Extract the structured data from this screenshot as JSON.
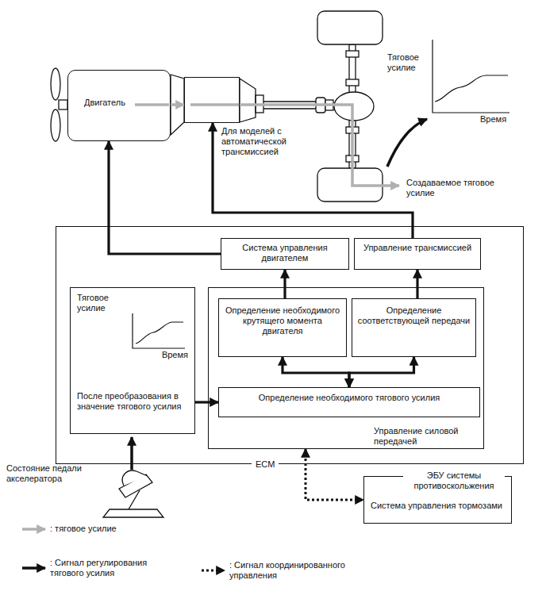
{
  "diagram": {
    "nodes": [
      {
        "text": [
          "Двигатель"
        ]
      },
      {
        "text": [
          "Для моделей с автоматической трансмиссией"
        ]
      },
      {
        "text": [
          "ECM"
        ]
      },
      {
        "text": [
          "Система управления двигателем"
        ],
        "in": 2
      },
      {
        "text": [
          "Управление трансмиссией"
        ],
        "in": 2
      },
      {
        "text": [
          "Тяговое усилие",
          "Время",
          "После преобразования в значение тягового усилия"
        ],
        "in": 2
      },
      {
        "text": [
          "Управление силовой передачей"
        ],
        "in": 2
      },
      {
        "text": [
          "Определение необходимого крутящего момента двигателя"
        ],
        "in": 6
      },
      {
        "text": [
          "Определение соответствующей передачи"
        ],
        "in": 6
      },
      {
        "text": [
          "Определение необходимого тягового усилия"
        ],
        "in": 6
      },
      {
        "text": [
          "ЭБУ системы противоскольжения",
          "Система управления тормозами"
        ]
      }
    ],
    "edges": [
      {
        "from": 0,
        "to": 1,
        "arrow": "to"
      },
      {
        "from": 3,
        "to": 0,
        "arrow": "to"
      },
      {
        "from": 4,
        "to": 1,
        "arrow": "to"
      },
      {
        "from": 7,
        "to": 3,
        "arrow": "to"
      },
      {
        "from": 8,
        "to": 4,
        "arrow": "to"
      },
      {
        "from": 9,
        "to": 7,
        "arrow": "both"
      },
      {
        "from": 9,
        "to": 8,
        "arrow": "both"
      },
      {
        "from": 5,
        "to": 9,
        "arrow": "to"
      },
      {
        "from": 6,
        "to": 10,
        "arrow": "both"
      }
    ],
    "labels": [
      "Тяговое усилие",
      "Время",
      "Создаваемое тяговое усилие",
      "Состояние педали акселератора"
    ],
    "legend": [
      {
        "text": ": тяговое усилие"
      },
      {
        "text": ": Сигнал регулирования тягового усилия"
      },
      {
        "text": ": Сигнал координированного управления"
      }
    ]
  }
}
